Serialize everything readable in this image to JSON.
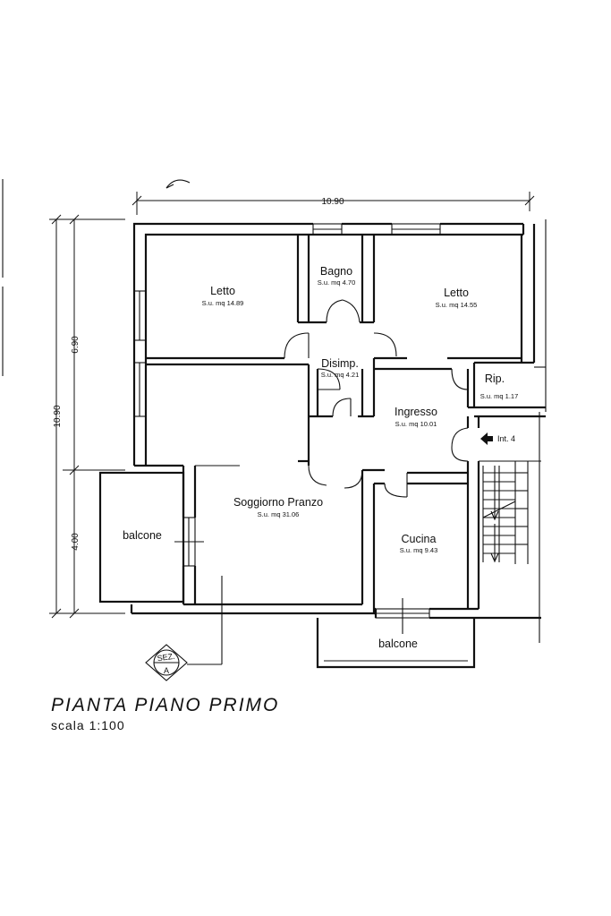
{
  "title": "PIANTA PIANO PRIMO",
  "scale": "scala 1:100",
  "dimensions": {
    "width_total": "10.90",
    "height_total": "10.90",
    "height_upper": "6.90",
    "height_lower": "4.00"
  },
  "rooms": {
    "letto1": {
      "name": "Letto",
      "area": "S.u. mq 14.89"
    },
    "bagno": {
      "name": "Bagno",
      "area": "S.u. mq 4.70"
    },
    "letto2": {
      "name": "Letto",
      "area": "S.u. mq 14.55"
    },
    "disimp": {
      "name": "Disimp.",
      "area": "S.u. mq 4.21"
    },
    "rip": {
      "name": "Rip.",
      "area": "S.u. mq 1.17"
    },
    "ingresso": {
      "name": "Ingresso",
      "area": "S.u. mq 10.01"
    },
    "soggiorno": {
      "name": "Soggiorno Pranzo",
      "area": "S.u. mq 31.06"
    },
    "cucina": {
      "name": "Cucina",
      "area": "S.u. mq 9.43"
    },
    "balcone1": {
      "name": "balcone"
    },
    "balcone2": {
      "name": "balcone"
    }
  },
  "entrance_label": "Int. 4",
  "section_marker": {
    "top": "SEZ.",
    "bottom": "A"
  }
}
